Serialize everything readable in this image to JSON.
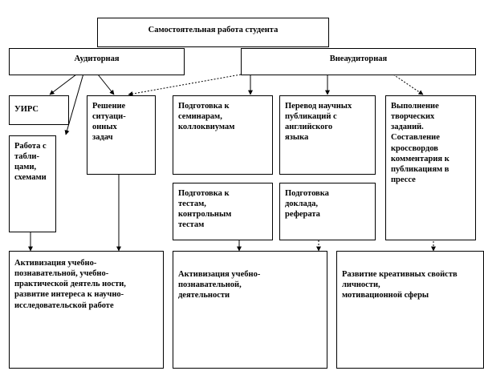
{
  "root": "Самостоятельная работа студента",
  "categories": {
    "auditory": "Аудиторная",
    "extracurricular": "Внеаудиторная"
  },
  "boxes": {
    "uirs": "УИРС",
    "work_tables": "Работа с\nтабли-\nцами,\nсхемами",
    "situational": "Решение\nситуаци-\nонных\nзадач",
    "seminars": "Подготовка к\nсеминарам,\nколлоквиумам",
    "translation": "Перевод научных\nпубликаций с\nанглийского\nязыка",
    "creative": "Выполнение\nтворческих\nзаданий.\nСоставление\nкроссвордов\nкомментария к\nпубликациям в\nпрессе",
    "tests": "Подготовка к\nтестам,\nконтрольным\nтестам",
    "report": "Подготовка\nдоклада,\nреферата"
  },
  "outcomes": {
    "left": "Активизация учебно-\nпознавательной, учебно-\nпрактической деятель ности,\nразвитие интереса к научно-\nисследовательской работе",
    "middle": "Активизация учебно-\nпознавательной,\nдеятельности",
    "right": "Развитие креативных свойств\nличности,\nмотивационной сферы"
  }
}
